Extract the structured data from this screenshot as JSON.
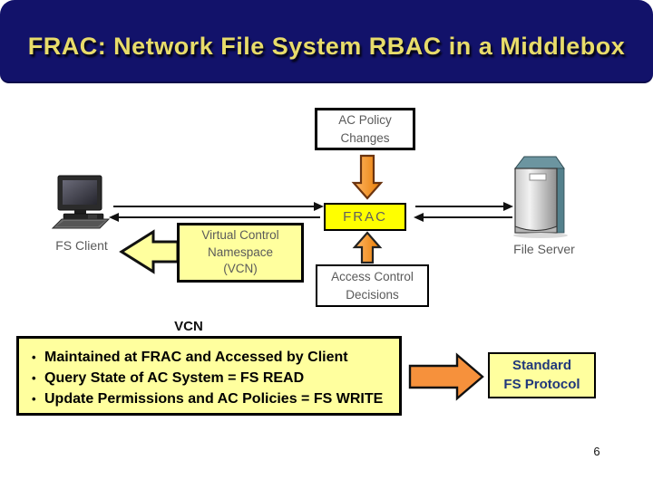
{
  "slide": {
    "title": "FRAC: Network File System RBAC in a Middlebox",
    "page_number": "6"
  },
  "boxes": {
    "ac_policy": {
      "line1": "AC Policy",
      "line2": "Changes"
    },
    "frac": {
      "label": "FRAC"
    },
    "vcn_namespace": {
      "line1": "Virtual Control",
      "line2": "Namespace",
      "line3": "(VCN)"
    },
    "access_control": {
      "line1": "Access Control",
      "line2": "Decisions"
    },
    "standard_fs": {
      "line1": "Standard",
      "line2": "FS Protocol"
    }
  },
  "labels": {
    "fs_client": "FS Client",
    "file_server": "File Server",
    "vcn_heading": "VCN"
  },
  "vcn_details": {
    "bullets": [
      "Maintained at FRAC and Accessed by Client",
      "Query State of AC System = FS READ",
      "Update Permissions and AC Policies = FS WRITE"
    ]
  },
  "icons": {
    "client": "desktop-computer-icon",
    "server": "server-tower-icon"
  },
  "colors": {
    "title_bg": "#12126A",
    "title_text": "#E8DC6A",
    "frac_yellow": "#FFFF00",
    "light_yellow": "#FFFF9E",
    "gray_text": "#5A5A5A",
    "orange_arrow": "#F6913C",
    "standard_text": "#20377B"
  }
}
